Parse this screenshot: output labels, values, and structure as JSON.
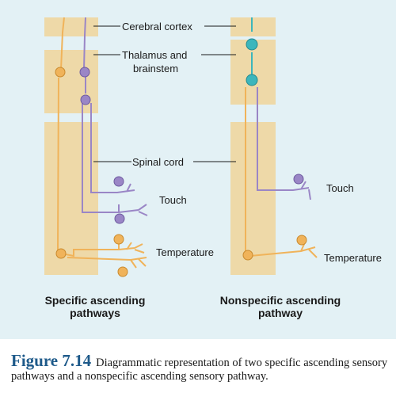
{
  "labels": {
    "cerebral_cortex": "Cerebral cortex",
    "thalamus_line1": "Thalamus and",
    "thalamus_line2": "brainstem",
    "spinal_cord": "Spinal cord",
    "touch_specific": "Touch",
    "temperature_specific": "Temperature",
    "touch_nonspecific": "Touch",
    "temperature_nonspecific": "Temperature"
  },
  "panel_titles": {
    "specific_line1": "Specific ascending",
    "specific_line2": "pathways",
    "nonspecific_line1": "Nonspecific ascending",
    "nonspecific_line2": "pathway"
  },
  "caption": {
    "figure_number": "Figure 7.14",
    "text": "Diagrammatic representation of two specific ascending sensory pathways and a nonspecific ascending sensory pathway."
  },
  "colors": {
    "panel_background": "#e3f1f5",
    "tissue_block": "#eed9a8",
    "touch_pathway": "#9a86c6",
    "temperature_pathway": "#f0b35a",
    "nonspecific_cortex_neuron": "#3cb6bc",
    "figure_number": "#1e5a8a"
  }
}
